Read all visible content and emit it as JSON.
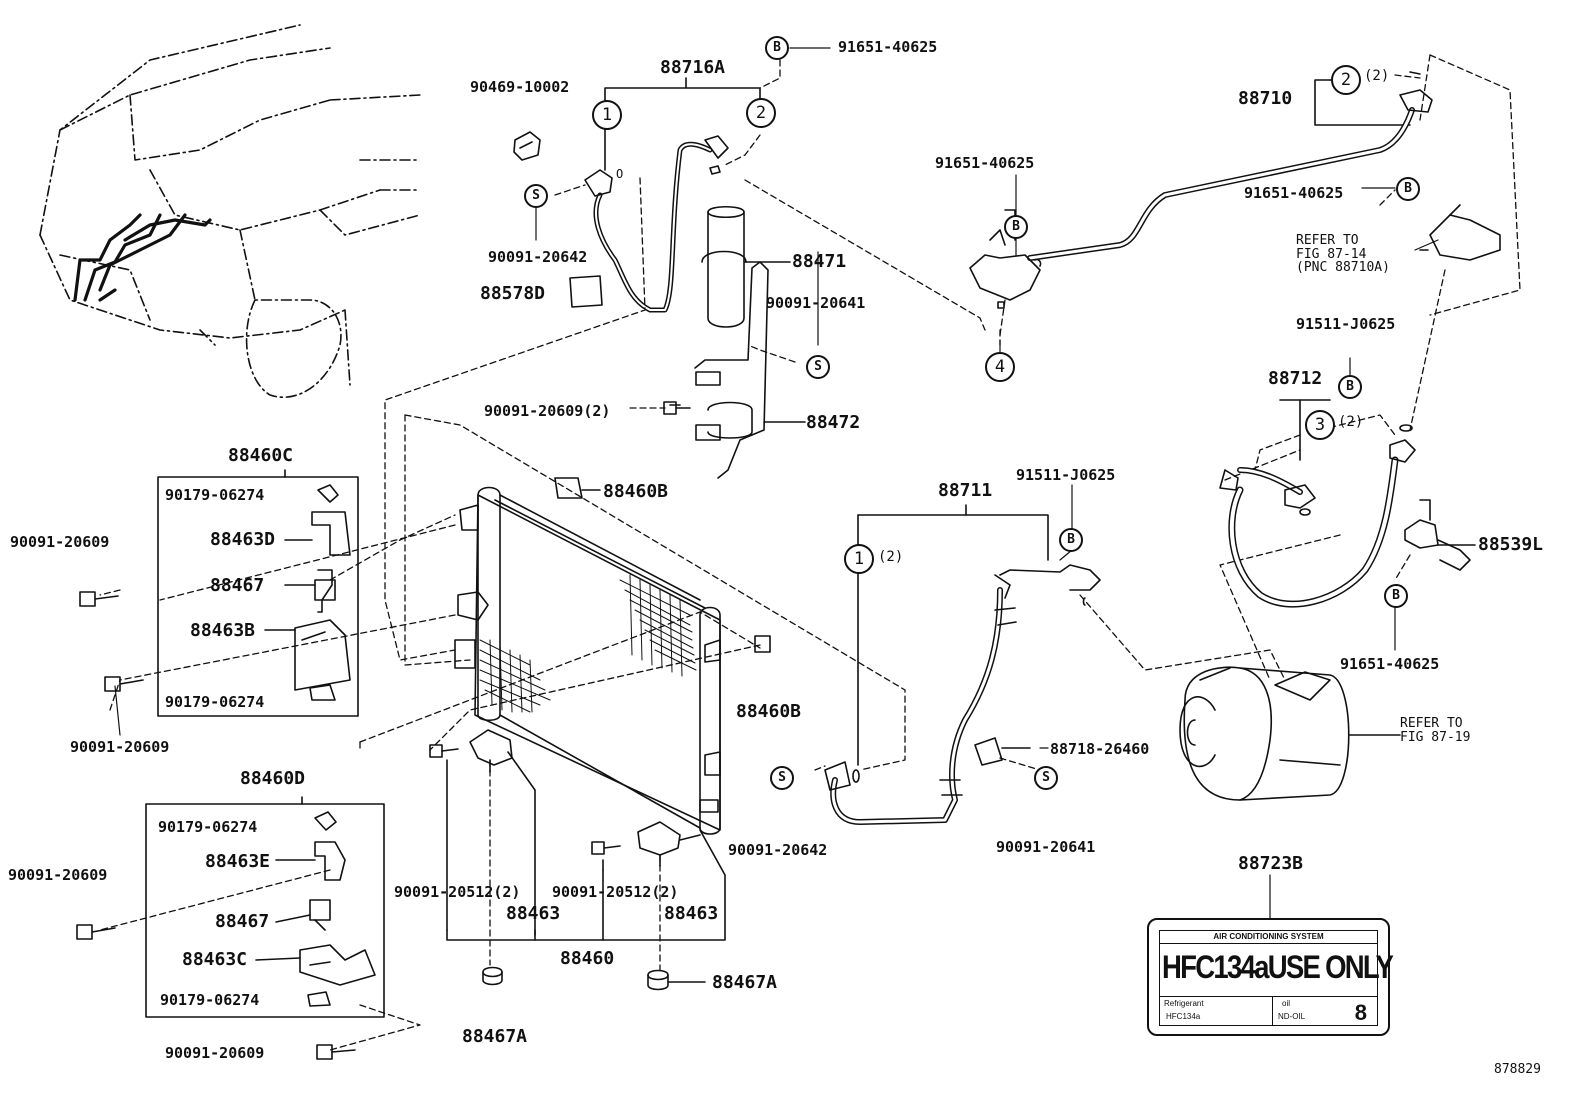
{
  "diagram_id": "878829",
  "parts": {
    "p88716A": "88716A",
    "p91651_40625_top": "91651-40625",
    "p90469_10002": "90469-10002",
    "p90091_20642_top": "90091-20642",
    "p88578D": "88578D",
    "p88471": "88471",
    "p90091_20641_top": "90091-20641",
    "p90091_20609_2_top": "90091-20609",
    "p88472": "88472",
    "p88460B_top": "88460B",
    "p88460B_mid": "88460B",
    "p88460C": "88460C",
    "p90179_06274_c1": "90179-06274",
    "p88463D": "88463D",
    "p88467_c": "88467",
    "p88463B": "88463B",
    "p90179_06274_c2": "90179-06274",
    "p90091_20609_l1": "90091-20609",
    "p90091_20609_l2": "90091-20609",
    "p88460D": "88460D",
    "p90179_06274_d1": "90179-06274",
    "p88463E": "88463E",
    "p88467_d": "88467",
    "p88463C": "88463C",
    "p90179_06274_d2": "90179-06274",
    "p90091_20609_l3": "90091-20609",
    "p90091_20609_bottom": "90091-20609",
    "p90091_20512_left": "90091-20512",
    "p90091_20512_right": "90091-20512",
    "p88463_left": "88463",
    "p88463_right": "88463",
    "p88460": "88460",
    "p88467A_left": "88467A",
    "p88467A_right": "88467A",
    "p90091_20642_mid": "90091-20642",
    "p88711": "88711",
    "p91511_J0625_mid": "91511-J0625",
    "p88718_26460": "88718-26460",
    "p90091_20641_mid": "90091-20641",
    "p88710": "88710",
    "p91651_40625_r1": "91651-40625",
    "p91651_40625_r2": "91651-40625",
    "p91511_J0625_r": "91511-J0625",
    "p88712": "88712",
    "p88539L": "88539L",
    "p91651_40625_r3": "91651-40625",
    "p88723B": "88723B"
  },
  "quantities": {
    "q2": "(2)"
  },
  "symbols": {
    "b": "B",
    "s": "S",
    "n1": "1",
    "n2": "2",
    "n3": "3",
    "n4": "4",
    "o": "O"
  },
  "references": {
    "ref_87_14": "REFER TO\nFIG 87-14\n(PNC 88710A)",
    "ref_87_19": "REFER TO\nFIG 87-19"
  },
  "caution_label": {
    "system": "AIR CONDITIONING SYSTEM",
    "main": "HFC134aUSE ONLY",
    "refrigerant": "Refrigerant",
    "refrigerant_value": "HFC134a",
    "oil": "oil",
    "oil_value": "ND-OIL",
    "number": "8"
  }
}
